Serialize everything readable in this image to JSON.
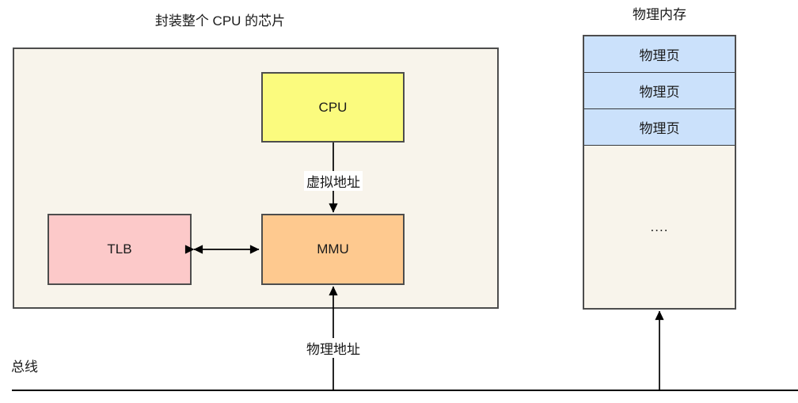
{
  "diagram": {
    "chip": {
      "title": "封装整个 CPU 的芯片",
      "cpu_label": "CPU",
      "tlb_label": "TLB",
      "mmu_label": "MMU"
    },
    "memory": {
      "title": "物理内存",
      "pages": [
        "物理页",
        "物理页",
        "物理页"
      ],
      "ellipsis": "...."
    },
    "edges": {
      "virtual_address": "虚拟地址",
      "physical_address": "物理地址",
      "bus": "总线"
    },
    "colors": {
      "chip_fill": "#f8f4eb",
      "cpu_fill": "#fbfb7e",
      "tlb_fill": "#fcc9c9",
      "mmu_fill": "#fec98f",
      "page_fill": "#cbe1fb",
      "box_border": "#4d4d4d",
      "line": "#000000",
      "label_background": "#ffffff"
    }
  }
}
